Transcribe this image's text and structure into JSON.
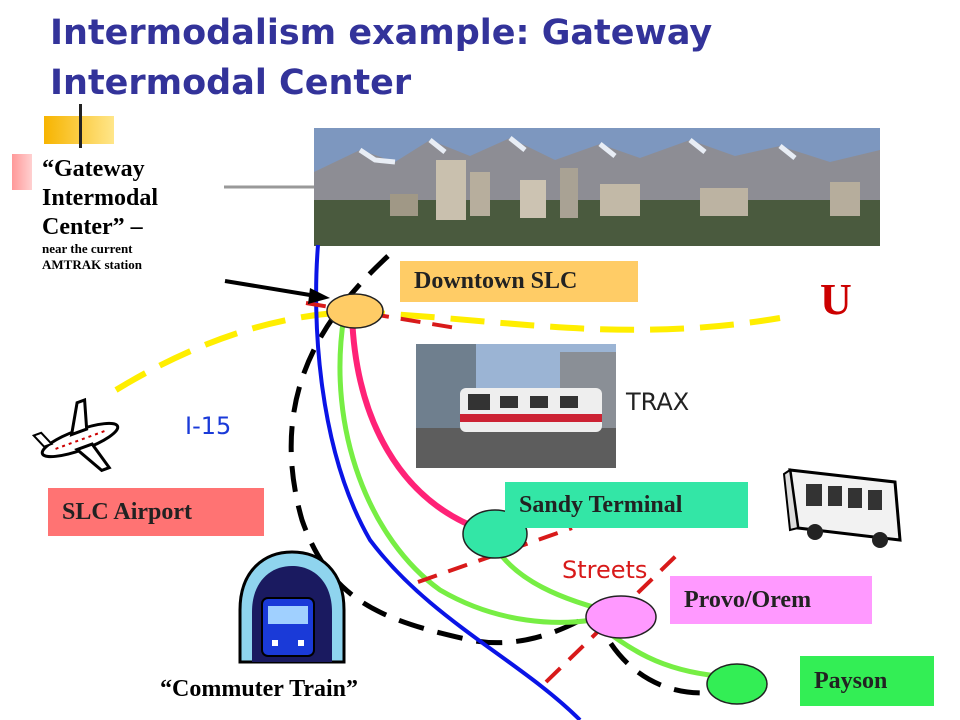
{
  "title": "Intermodalism example: Gateway Intermodal Center",
  "caption": {
    "line1": "“Gateway",
    "line2": "Intermodal",
    "line3": "Center” –",
    "line4": "near the current",
    "line5": "AMTRAK station"
  },
  "labels": {
    "downtown": "Downtown SLC",
    "university": "U",
    "trax": "TRAX",
    "i15": "I-15",
    "airport": "SLC Airport",
    "sandy": "Sandy Terminal",
    "streets": "Streets",
    "provo": "Provo/Orem",
    "payson": "Payson",
    "commuter": "“Commuter Train”"
  },
  "colors": {
    "title": "#33339a",
    "label_box": "#ffcc66",
    "sandy_box": "#33e6a6",
    "provo_box": "#ff99ff",
    "payson_box": "#33ee55",
    "airport_box": "#ff7373",
    "university": "#cc0000",
    "i15_line": "#0a14e6",
    "trax_line": "#ff2277",
    "green_line": "#77ee44",
    "yellow_line": "#ffee00",
    "commuter_line": "#000000",
    "streets_line": "#d81a1a"
  },
  "icons": [
    "airplane-icon",
    "bus-icon",
    "commuter-train-icon",
    "city-skyline-photo",
    "trax-photo"
  ]
}
